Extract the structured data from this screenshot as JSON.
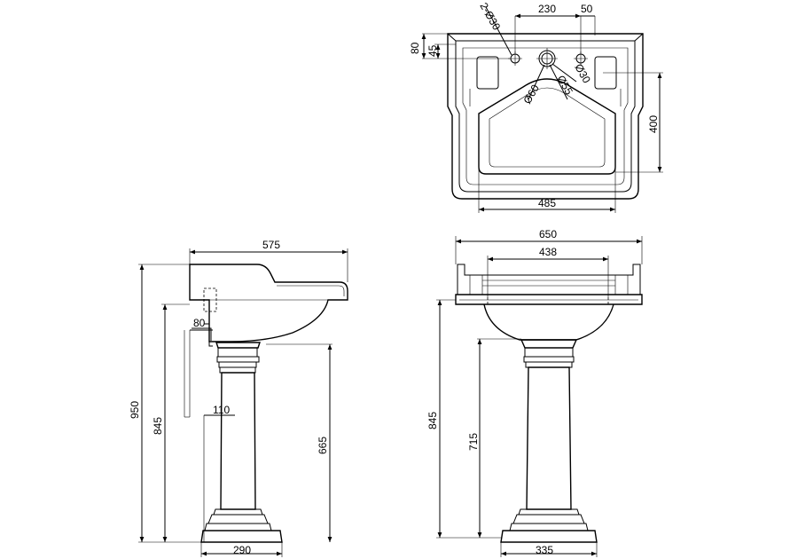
{
  "plan_view": {
    "hole_spec": "2-Ø30",
    "tap_spacing": "230",
    "tap_offset": "50",
    "overall_depth": "80",
    "tap_depth": "45",
    "waste_dia": "Ø60",
    "overflow_dia": "Ø55",
    "bowl_dia_small": "Ø30",
    "bowl_depth": "400",
    "bowl_width": "485"
  },
  "side_view": {
    "depth": "575",
    "total_height": "950",
    "rim_height": "845",
    "pedestal_height": "665",
    "waste_offset": "80",
    "supply_offset": "110",
    "base_width": "290"
  },
  "front_view": {
    "overall_width": "650",
    "inner_width": "438",
    "rim_height": "845",
    "pedestal_height": "715",
    "base_width": "335"
  }
}
